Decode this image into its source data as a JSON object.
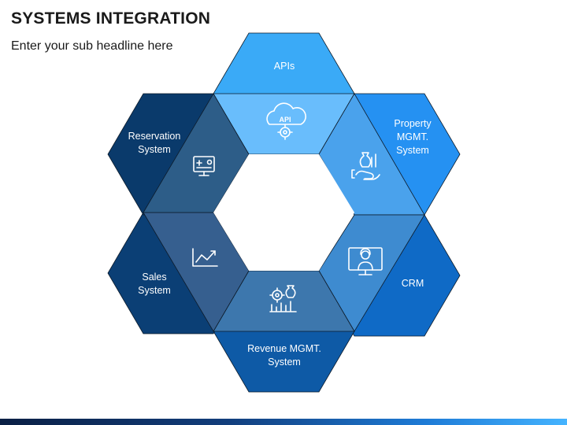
{
  "title": "SYSTEMS INTEGRATION",
  "subtitle": "Enter your sub headline here",
  "nodes": [
    {
      "label": "APIs",
      "color": "#3aaaf7",
      "icon": "api-cloud-gear-icon"
    },
    {
      "label": "Property\nMGMT.\nSystem",
      "color": "#2591f2",
      "icon": "hand-money-bag-icon"
    },
    {
      "label": "CRM",
      "color": "#0f6ac6",
      "icon": "support-agent-monitor-icon"
    },
    {
      "label": "Revenue MGMT.\nSystem",
      "color": "#0e5aa6",
      "icon": "gear-money-chart-icon"
    },
    {
      "label": "Sales\nSystem",
      "color": "#0b3f75",
      "icon": "growth-chart-icon"
    },
    {
      "label": "Reservation\nSystem",
      "color": "#0a3a6b",
      "icon": "monitor-booking-icon"
    }
  ],
  "colors": {
    "overlap_top": "#69bdfc",
    "overlap_top_right": "#4aa2ec",
    "overlap_bottom_right": "#3e8bd0",
    "overlap_bottom": "#3d77ad",
    "overlap_bottom_left": "#365f8f",
    "overlap_top_left": "#2d5d88"
  }
}
